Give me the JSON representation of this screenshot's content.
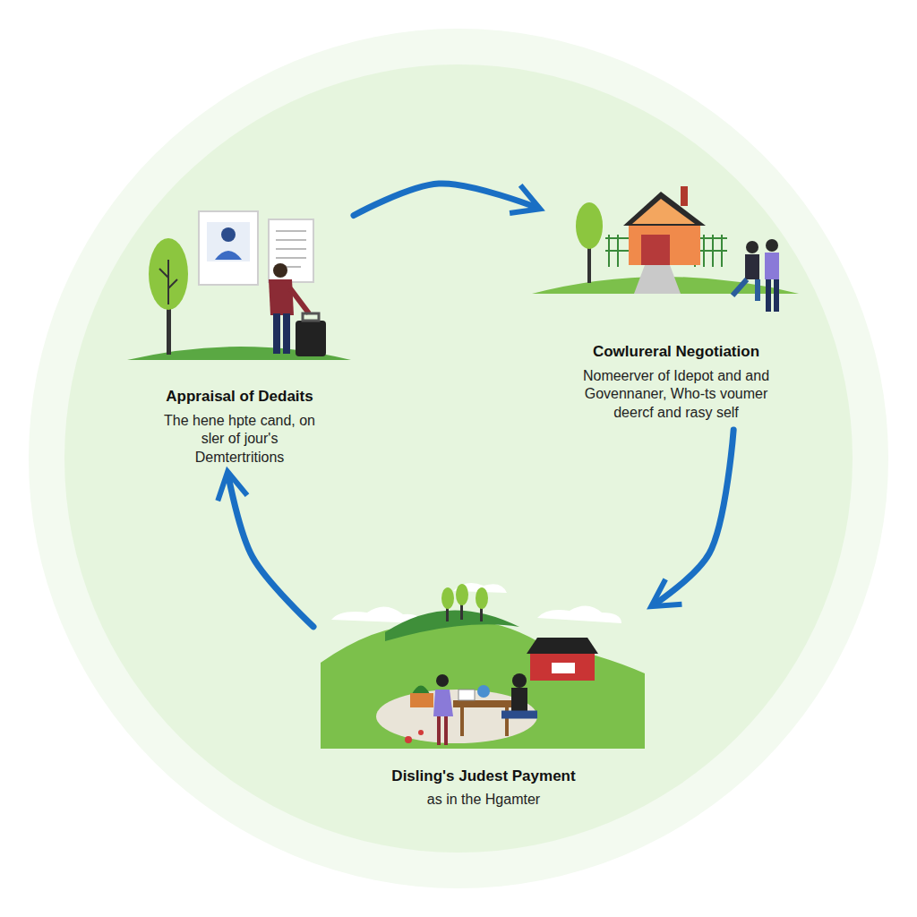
{
  "diagram": {
    "nodes": [
      {
        "text": [
          "Appraisal of Dedaits",
          "The hene hpte cand, on sler of jour's Demtertritions"
        ]
      },
      {
        "text": [
          "Cowlureral Negotiation",
          "Nomeerver of Idepot and and Govennaner, Who-ts voumer deercf and rasy self"
        ]
      },
      {
        "text": [
          "Disling's Judest Payment",
          "as in the Hgamter"
        ]
      }
    ],
    "edges": [
      {
        "from": 0,
        "to": 1,
        "arrow": "to"
      },
      {
        "from": 1,
        "to": 2,
        "arrow": "to"
      },
      {
        "from": 2,
        "to": 0,
        "arrow": "to"
      }
    ]
  }
}
